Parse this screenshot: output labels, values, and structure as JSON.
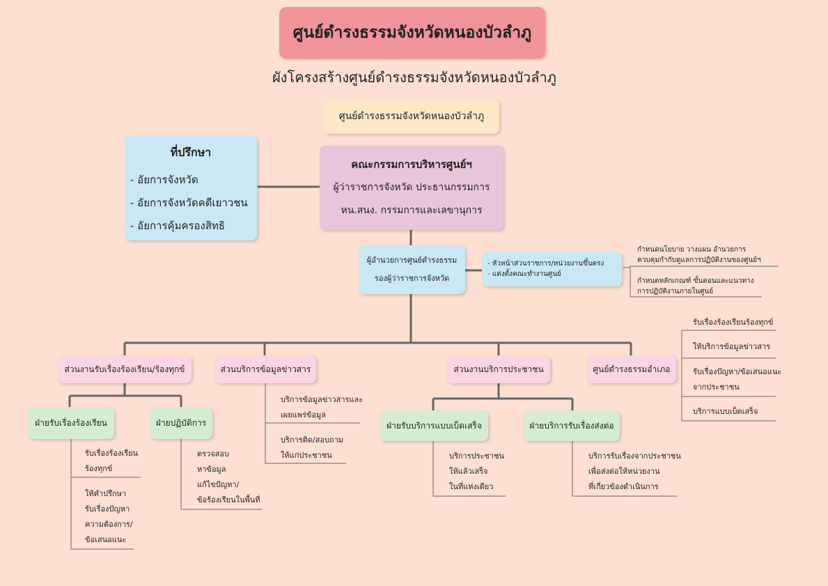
{
  "title": "ศูนย์ดำรงธรรมจังหวัดหนองบัวลำภู",
  "subtitle": "ผังโครงสร้างศูนย์ดำรงธรรมจังหวัดหนองบัวลำภู",
  "top_box": "ศูนย์ดำรงธรรมจังหวัดหนองบัวลำภู",
  "advisors": {
    "heading": "ที่ปรึกษา",
    "items": [
      "- อัยการจังหวัด",
      "- อัยการจังหวัดคดีเยาวชน",
      "- อัยการคุ้มครองสิทธิ"
    ]
  },
  "committee": {
    "heading": "คณะกรรมการบริหารศูนย์ฯ",
    "line1": "ผู้ว่าราชการจังหวัด ประธานกรรมการ",
    "line2": "หน.สนง. กรรมการและเลขานุการ"
  },
  "director": {
    "line1": "ผู้อำนวยการศูนย์ดำรงธรรม",
    "line2": "รองผู้ว่าราชการจังหวัด"
  },
  "heads": {
    "line1": "- หัวหน้าส่วนราชการ/หน่วยงานขึ้นตรง",
    "line2": "- แต่งตั้งคณะทำงานศูนย์"
  },
  "duties": [
    [
      "กำหนดนโยบาย วางแผน อำนวยการ",
      "ควบคุมกำกับดูแลการปฏิบัติงานของศูนย์ฯ"
    ],
    [
      "กำหนดหลักเกณฑ์ ขั้นตอนและแนวทาง",
      "การปฏิบัติงานภายในศูนย์"
    ]
  ],
  "units": {
    "complaints": "ส่วนงานรับเรื่องร้องเรียน/ร้องทุกข์",
    "info": "ส่วนบริการข้อมูลข่าวสาร",
    "public": "ส่วนงานบริการประชาชน",
    "district": "ศูนย์ดำรงธรรมอำเภอ"
  },
  "subunits": {
    "receive": "ฝ่ายรับเรื่องร้องเรียน",
    "operate": "ฝ่ายปฏิบัติการ",
    "onestop": "ฝ่ายรับบริการแบบเบ็ดเสร็จ",
    "forward": "ฝ่ายบริการรับเรื่องส่งต่อ"
  },
  "notes": {
    "receive_1": [
      "รับเรื่องร้องเรียน",
      "ร้องทุกข์"
    ],
    "receive_2": [
      "ให้คำปรึกษา",
      "รับเรื่องปัญหา",
      "ความต้องการ/",
      "ข้อเสนอแนะ"
    ],
    "operate": [
      "ตรวจสอบ",
      "หาข้อมูล",
      "แก้ไขปัญหา/",
      "ข้อร้องเรียนในพื้นที่"
    ],
    "info_1": [
      "บริการข้อมูลข่าวสารและ",
      "เผยแพร่ข้อมูล"
    ],
    "info_2": [
      "บริการติด/สอบถาม",
      "ให้แก่ประชาชน"
    ],
    "onestop": [
      "บริการประชาชน",
      "ให้แล้วเสร็จ",
      "ในที่แห่งเดียว"
    ],
    "forward": [
      "บริการรับเรื่องจากประชาชน",
      "เพื่อส่งต่อให้หน่วยงาน",
      "ที่เกี่ยวข้องดำเนินการ"
    ],
    "district_1": [
      "รับเรื่องร้องเรียนร้องทุกข์"
    ],
    "district_2": [
      "ให้บริการข้อมูลข่าวสาร"
    ],
    "district_3": [
      "รับเรื่องปัญหา/ข้อเสนอแนะ",
      "จากประชาชน"
    ],
    "district_4": [
      "บริการแบบเบ็ดเสร็จ"
    ]
  },
  "colors": {
    "background": "#fde0d2",
    "title_box": "#f0949a",
    "connector": "#666666"
  }
}
